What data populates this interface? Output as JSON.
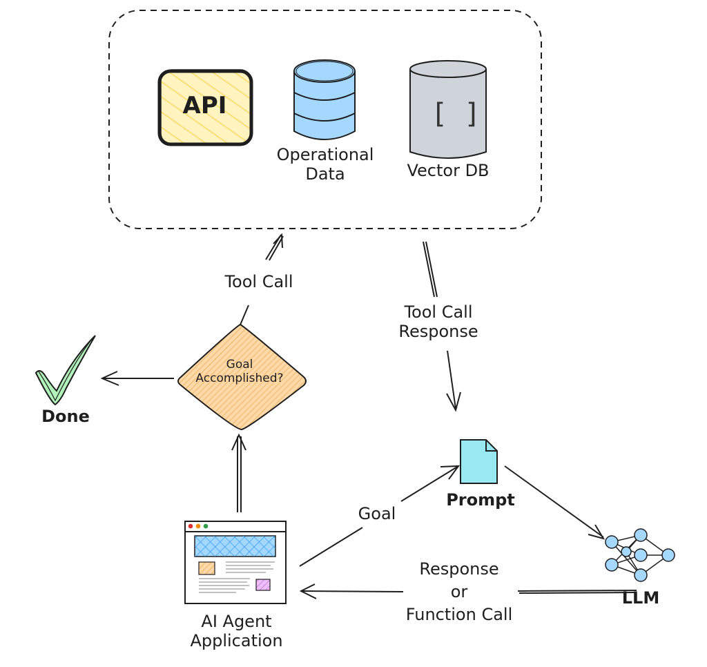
{
  "nodes": {
    "api": {
      "label": "API"
    },
    "operational_data": {
      "label_line1": "Operational",
      "label_line2": "Data"
    },
    "vector_db": {
      "label": "Vector DB",
      "glyph": "[ ]"
    },
    "goal_decision": {
      "label_line1": "Goal",
      "label_line2": "Accomplished?"
    },
    "done": {
      "label": "Done"
    },
    "prompt": {
      "label": "Prompt"
    },
    "llm": {
      "label": "LLM"
    },
    "agent_app": {
      "label_line1": "AI Agent",
      "label_line2": "Application"
    }
  },
  "edges": {
    "tool_call": {
      "label": "Tool Call"
    },
    "tool_call_response": {
      "label_line1": "Tool Call",
      "label_line2": "Response"
    },
    "goal": {
      "label": "Goal"
    },
    "response": {
      "label_line1": "Response",
      "label_line2": "or",
      "label_line3": "Function Call"
    }
  },
  "colors": {
    "api_fill": "#fff3bf",
    "api_hatch": "#f8df7a",
    "database_fill": "#a5d8ff",
    "vector_db_fill": "#ced4da",
    "decision_fill": "#ffd8a8",
    "check_fill": "#b2f2bb",
    "prompt_fill": "#99e9f2",
    "llm_fill": "#a5d8ff",
    "stroke": "#1e1e1e"
  }
}
